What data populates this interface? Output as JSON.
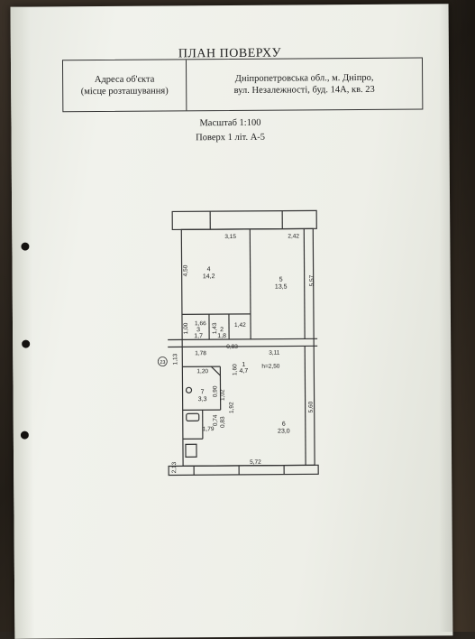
{
  "document": {
    "title": "ПЛАН ПОВЕРХУ",
    "address_label_line1": "Адреса об'єкта",
    "address_label_line2": "(місце розташування)",
    "address_value_line1": "Дніпропетровська обл., м. Дніпро,",
    "address_value_line2": "вул. Незалежності, буд. 14А, кв. 23",
    "scale": "Масштаб 1:100",
    "floor": "Поверх 1 літ. А-5"
  },
  "plan": {
    "dims": {
      "top_left": "3,15",
      "top_right": "2,42",
      "room4_height": "4,50",
      "room5_height": "5,57",
      "mid_left_height": "1,00",
      "room3_width": "1,66",
      "room3_height": "1,43",
      "room2_width": "1,42",
      "hall_left": "1,78",
      "hall_mid": "0,83",
      "hall_right": "3,11",
      "left_small": "1,13",
      "room1_height": "1,60",
      "room7_width": "1,20",
      "bath_a": "0,90",
      "bath_b": "1,02",
      "bath_c": "0,74",
      "bath_d": "0,83",
      "bath_e": "1,92",
      "room6_height": "5,60",
      "kitchen_width": "1,79",
      "bottom_left": "2,13",
      "bottom_width": "5,72",
      "ceiling": "h=2,50",
      "marker": "23"
    },
    "rooms": [
      {
        "num": "4",
        "area": "14,2"
      },
      {
        "num": "5",
        "area": "13,5"
      },
      {
        "num": "3",
        "area": "1,7"
      },
      {
        "num": "2",
        "area": "1,8"
      },
      {
        "num": "1",
        "area": "4,7"
      },
      {
        "num": "7",
        "area": "3,3"
      },
      {
        "num": "6",
        "area": "23,0"
      }
    ]
  }
}
